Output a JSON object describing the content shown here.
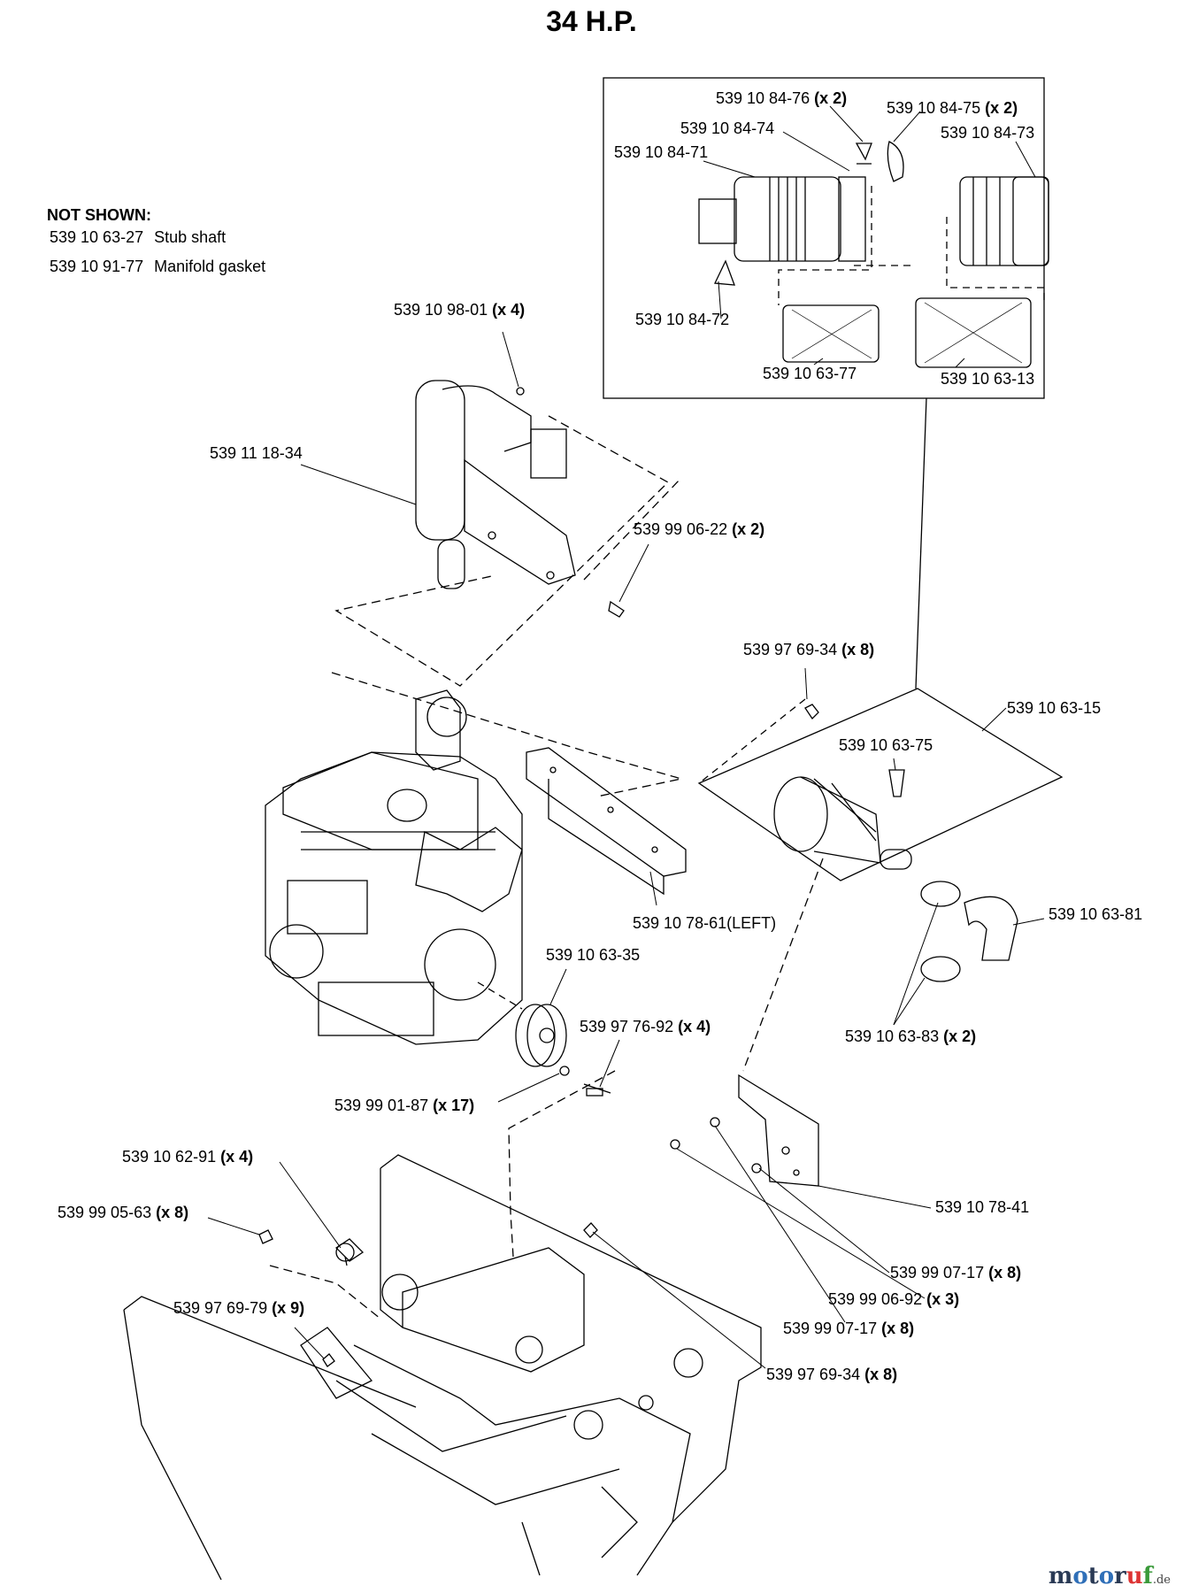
{
  "title": "34 H.P.",
  "not_shown": {
    "heading": "NOT SHOWN:",
    "items": [
      {
        "part": "539 10 63-27",
        "desc": "Stub shaft"
      },
      {
        "part": "539 10 91-77",
        "desc": "Manifold gasket"
      }
    ]
  },
  "callouts": [
    {
      "id": "c01",
      "part": "539 10 84-76",
      "qty": "(x 2)"
    },
    {
      "id": "c02",
      "part": "539 10 84-75",
      "qty": "(x 2)"
    },
    {
      "id": "c03",
      "part": "539 10 84-74",
      "qty": ""
    },
    {
      "id": "c04",
      "part": "539 10 84-73",
      "qty": ""
    },
    {
      "id": "c05",
      "part": "539 10 84-71",
      "qty": ""
    },
    {
      "id": "c06",
      "part": "539 10 84-72",
      "qty": ""
    },
    {
      "id": "c07",
      "part": "539 10 63-77",
      "qty": ""
    },
    {
      "id": "c08",
      "part": "539 10 63-13",
      "qty": ""
    },
    {
      "id": "c09",
      "part": "539 10 98-01",
      "qty": "(x 4)"
    },
    {
      "id": "c10",
      "part": "539 11 18-34",
      "qty": ""
    },
    {
      "id": "c11",
      "part": "539 99 06-22",
      "qty": "(x 2)"
    },
    {
      "id": "c12",
      "part": "539 97 69-34",
      "qty": "(x 8)"
    },
    {
      "id": "c13",
      "part": "539 10 63-15",
      "qty": ""
    },
    {
      "id": "c14",
      "part": "539 10 63-75",
      "qty": ""
    },
    {
      "id": "c15",
      "part": "539 10 78-61(LEFT)",
      "qty": ""
    },
    {
      "id": "c16",
      "part": "539 10 63-81",
      "qty": ""
    },
    {
      "id": "c17",
      "part": "539 10 63-35",
      "qty": ""
    },
    {
      "id": "c18",
      "part": "539 97 76-92",
      "qty": "(x 4)"
    },
    {
      "id": "c19",
      "part": "539 10 63-83",
      "qty": "(x 2)"
    },
    {
      "id": "c20",
      "part": "539 99 01-87",
      "qty": "(x 17)"
    },
    {
      "id": "c21",
      "part": "539 10 62-91",
      "qty": "(x 4)"
    },
    {
      "id": "c22",
      "part": "539 10 78-41",
      "qty": ""
    },
    {
      "id": "c23",
      "part": "539 99 05-63",
      "qty": "(x 8)"
    },
    {
      "id": "c24",
      "part": "539 99 07-17",
      "qty": "(x 8)"
    },
    {
      "id": "c25",
      "part": "539 99 06-92",
      "qty": "(x 3)"
    },
    {
      "id": "c26",
      "part": "539 97 69-79",
      "qty": "(x 9)"
    },
    {
      "id": "c27",
      "part": "539 99 07-17",
      "qty": "(x 8)"
    },
    {
      "id": "c28",
      "part": "539 97 69-34",
      "qty": "(x 8)"
    }
  ],
  "watermark": {
    "m": "m",
    "o1": "o",
    "t": "t",
    "o2": "o",
    "r": "r",
    "u": "u",
    "f": "f",
    "tld": ".de"
  },
  "colors": {
    "line": "#000000",
    "background": "#ffffff"
  }
}
